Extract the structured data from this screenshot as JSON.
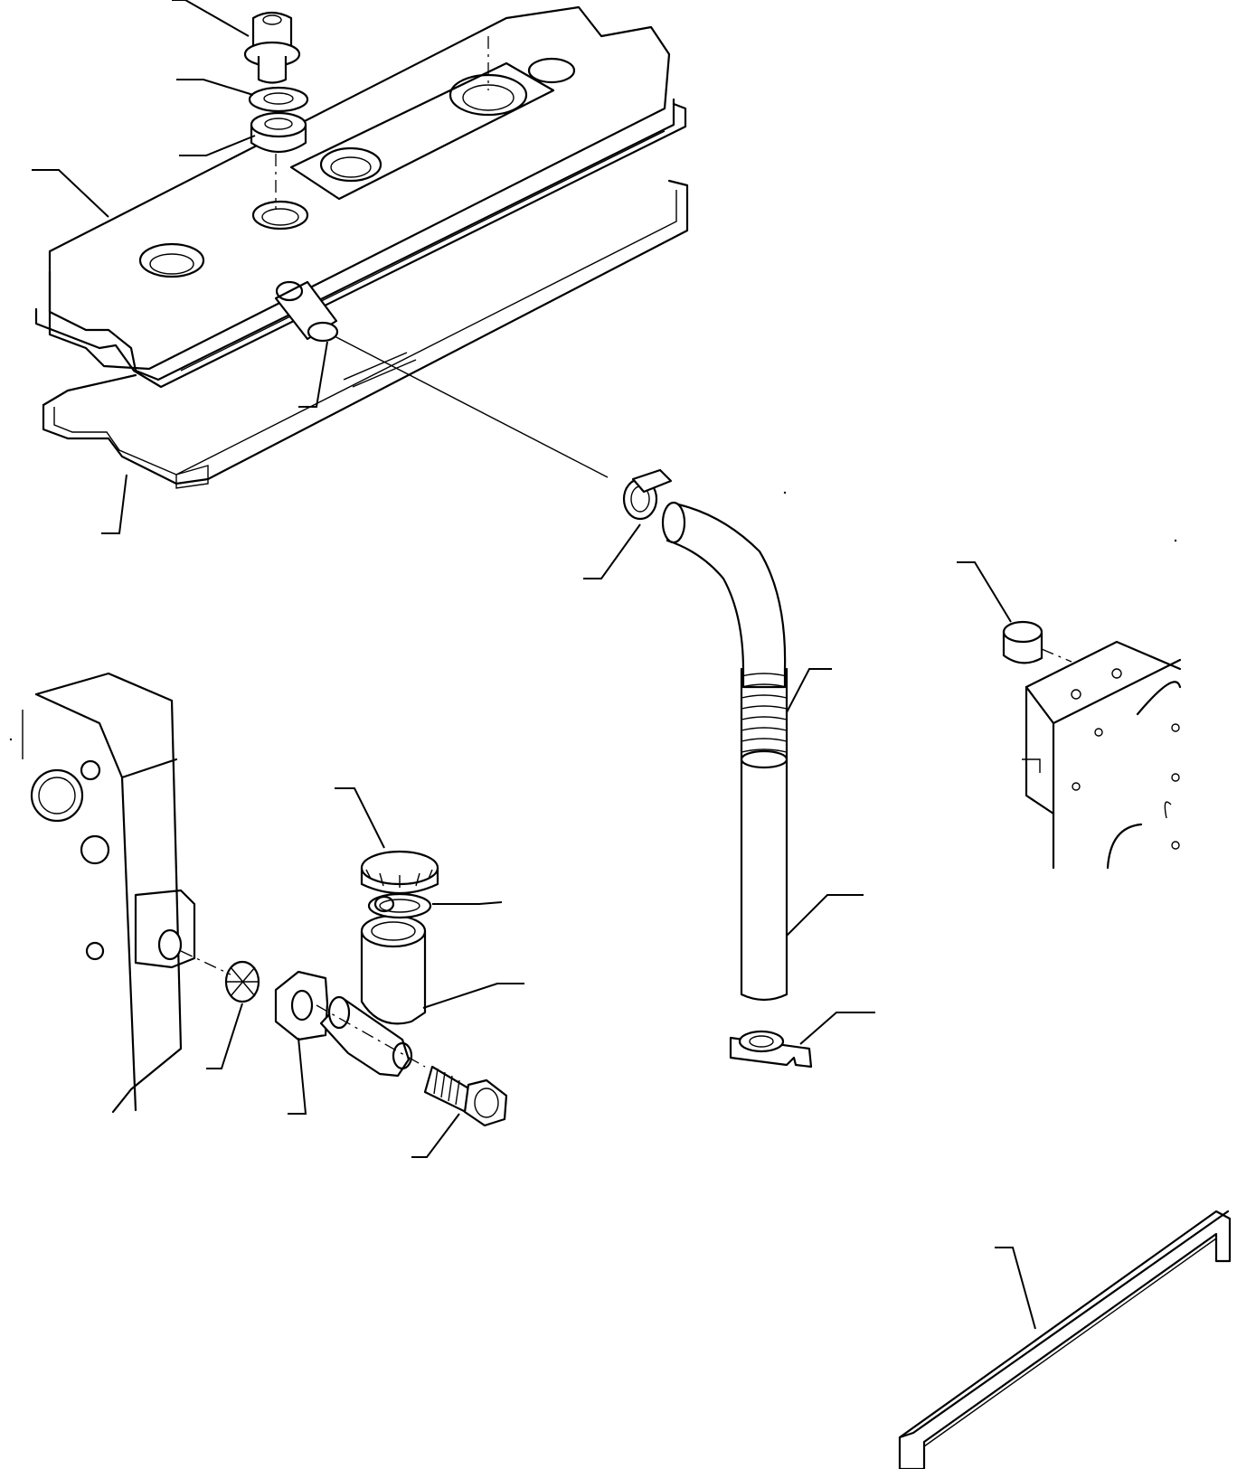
{
  "figure": {
    "description_text": "",
    "palette": {
      "line": "#000000",
      "background": "#ffffff"
    }
  },
  "parts": [
    {
      "id": "bolt-top",
      "icon": "bolt-icon"
    },
    {
      "id": "washer",
      "icon": "washer-icon"
    },
    {
      "id": "seal-grommet",
      "icon": "grommet-icon"
    },
    {
      "id": "head-cover",
      "icon": "cover-icon"
    },
    {
      "id": "head-cover-gasket",
      "icon": "gasket-icon"
    },
    {
      "id": "breather-nipple",
      "icon": "nipple-icon"
    },
    {
      "id": "hose-clamp",
      "icon": "clamp-icon"
    },
    {
      "id": "breather-hose",
      "icon": "hose-icon"
    },
    {
      "id": "breather-pipe",
      "icon": "pipe-icon"
    },
    {
      "id": "pipe-clip",
      "icon": "clip-icon"
    },
    {
      "id": "plug",
      "icon": "plug-icon"
    },
    {
      "id": "filler-cap",
      "icon": "cap-icon"
    },
    {
      "id": "o-ring",
      "icon": "o-ring-icon"
    },
    {
      "id": "filler-elbow",
      "icon": "elbow-icon"
    },
    {
      "id": "strainer",
      "icon": "strainer-icon"
    },
    {
      "id": "flange-gasket",
      "icon": "gasket-icon"
    },
    {
      "id": "flange-bolt",
      "icon": "bolt-icon"
    },
    {
      "id": "seal-strip",
      "icon": "strip-icon"
    }
  ]
}
